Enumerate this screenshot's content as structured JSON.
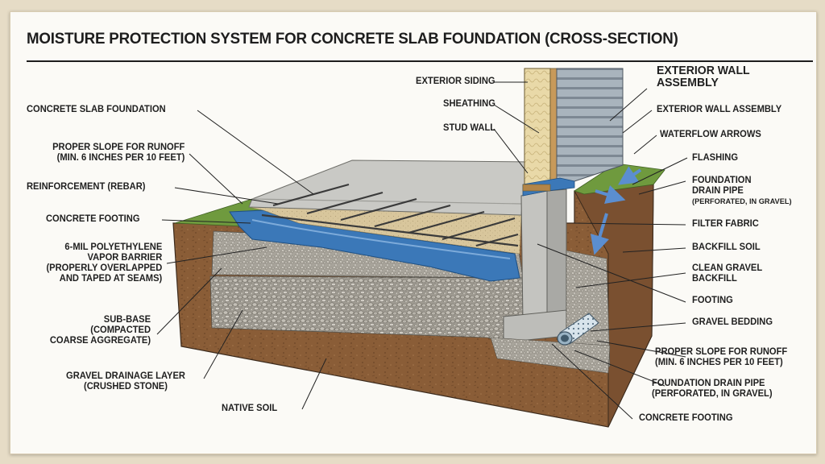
{
  "title": "MOISTURE PROTECTION SYSTEM FOR CONCRETE SLAB FOUNDATION (CROSS-SECTION)",
  "labels": {
    "exterior_siding": "EXTERIOR SIDING",
    "sheathing": "SHEATHING",
    "stud_wall": "STUD WALL",
    "exterior_wall_assembly_big": [
      "EXTERIOR WALL",
      "ASSEMBLY"
    ],
    "exterior_wall_assembly": "EXTERIOR WALL ASSEMBLY",
    "waterflow_arrows": "WATERFLOW ARROWS",
    "flashing": "FLASHING",
    "foundation_drain_pipe_top": [
      "FOUNDATION",
      "DRAIN PIPE",
      "(PERFORATED, IN GRAVEL)"
    ],
    "filter_fabric": "FILTER FABRIC",
    "backfill_soil": "BACKFILL SOIL",
    "clean_gravel_backfill": [
      "CLEAN GRAVEL",
      "BACKFILL"
    ],
    "footing": "FOOTING",
    "gravel_bedding": "GRAVEL BEDDING",
    "proper_slope_right": [
      "PROPER SLOPE FOR RUNOFF",
      "(MIN. 6 INCHES PER 10 FEET)"
    ],
    "foundation_drain_pipe_bottom": [
      "FOUNDATION DRAIN PIPE",
      "(PERFORATED, IN GRAVEL)"
    ],
    "concrete_footing_bottom": "CONCRETE FOOTING",
    "concrete_slab_foundation": "CONCRETE SLAB FOUNDATION",
    "proper_slope_left": [
      "PROPER SLOPE FOR RUNOFF",
      "(MIN. 6 INCHES PER 10 FEET)"
    ],
    "reinforcement": "REINFORCEMENT (REBAR)",
    "concrete_footing_left": "CONCRETE FOOTING",
    "vapor_barrier": [
      "6-MIL POLYETHYLENE",
      "VAPOR BARRIER",
      "(PROPERLY OVERLAPPED",
      "AND TAPED AT SEAMS)"
    ],
    "sub_base": [
      "SUB-BASE",
      "(COMPACTED",
      "COARSE AGGREGATE)"
    ],
    "gravel_drainage": [
      "GRAVEL DRAINAGE LAYER",
      "(CRUSHED STONE)"
    ],
    "native_soil": "NATIVE SOIL"
  },
  "colors": {
    "concrete": "#c9c9c5",
    "vapor_barrier": "#3b78b8",
    "soil": "#8a5d37",
    "gravel": "#a7a39a",
    "grass": "#6f9a3e",
    "sand": "#d8c69c",
    "arrow": "#5b8ed0"
  }
}
